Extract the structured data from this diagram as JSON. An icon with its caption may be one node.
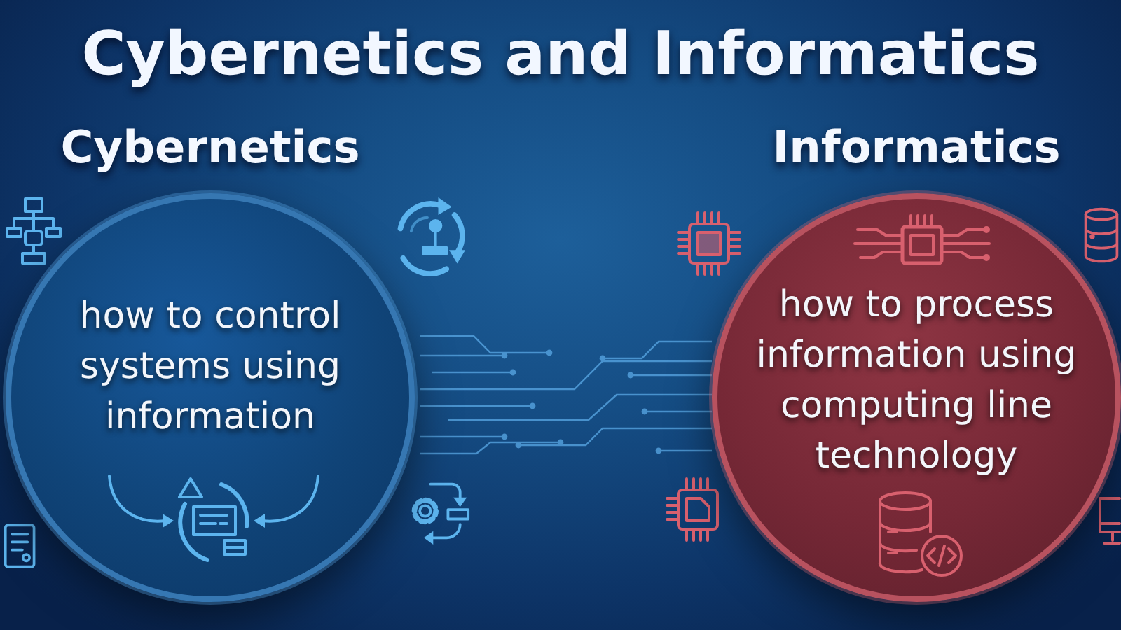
{
  "diagram": {
    "title": "Cybernetics and Informatics",
    "nodes": [
      {
        "text": [
          "Cybernetics",
          "how to control systems using information"
        ]
      },
      {
        "text": [
          "Informatics",
          "how to process information using computing line technology"
        ]
      }
    ]
  }
}
